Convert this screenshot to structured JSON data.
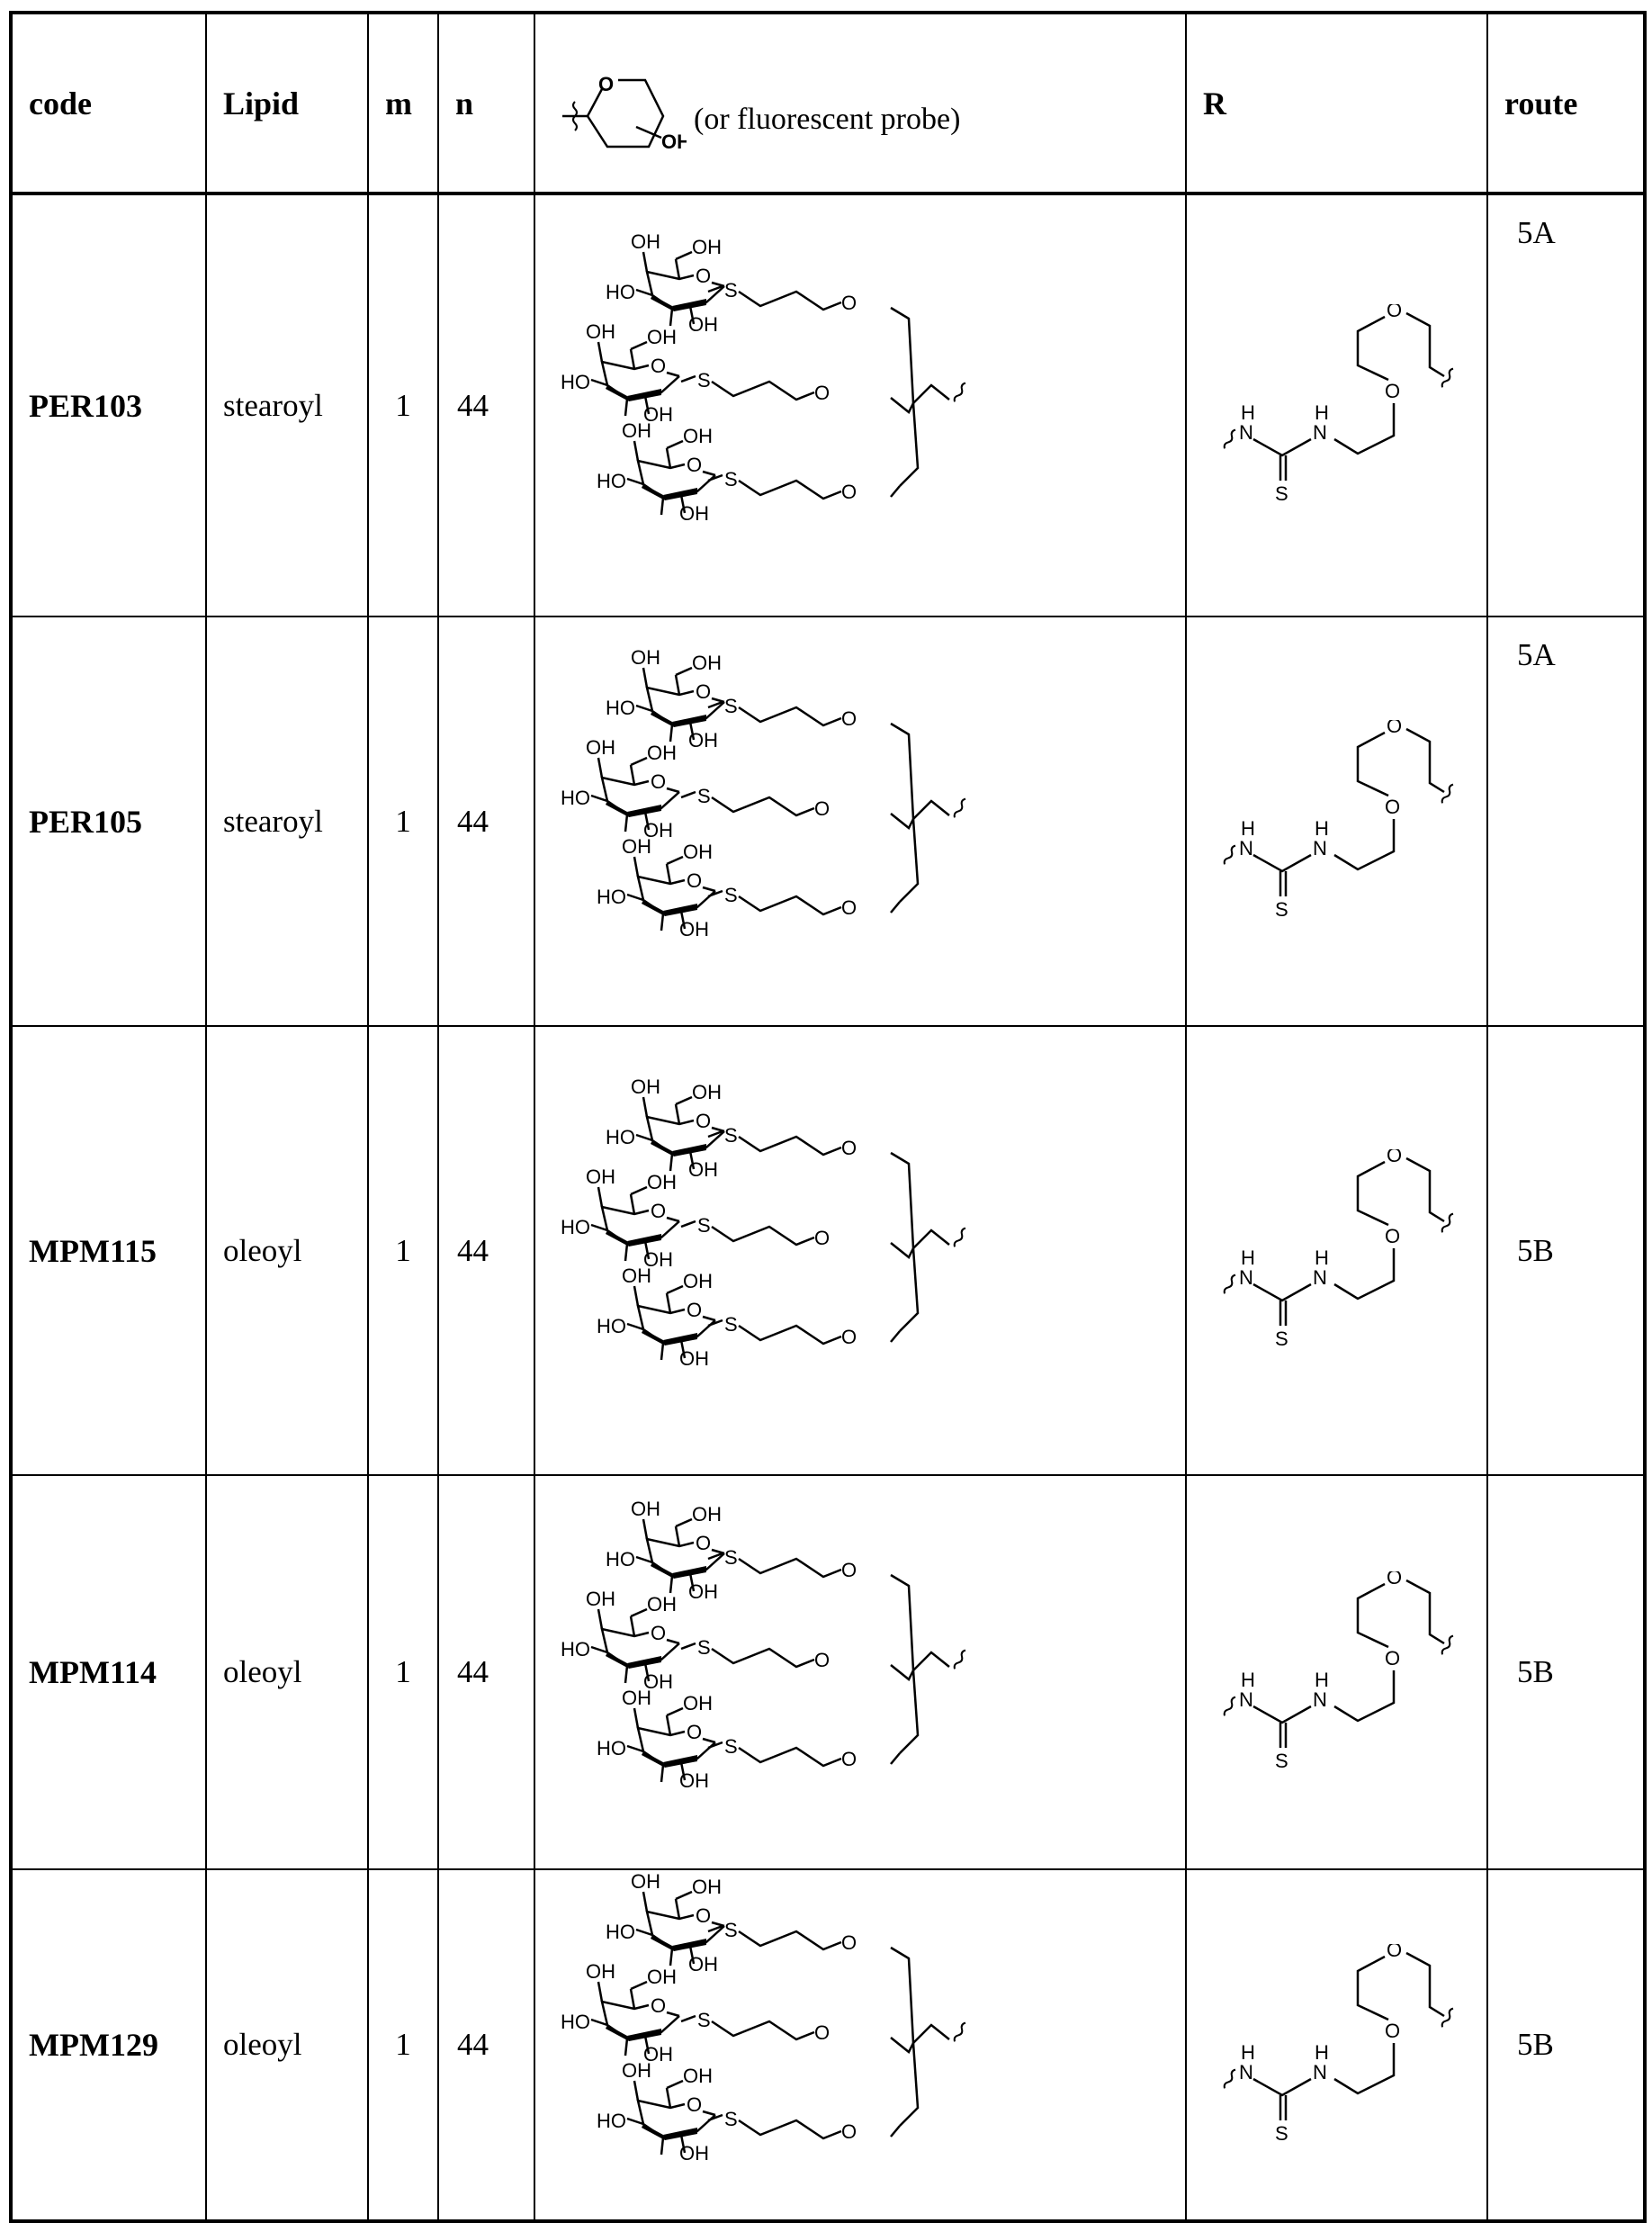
{
  "table": {
    "headers": {
      "code": "code",
      "lipid": "Lipid",
      "m": "m",
      "n": "n",
      "structure_header_icon": "tetrahydropyran-oh-icon",
      "structure_header_oh": "OH",
      "structure_header_ring_o": "O",
      "structure_header_note": "(or fluorescent probe)",
      "r": "R",
      "route": "route"
    },
    "rows": [
      {
        "code": "PER103",
        "lipid": "stearoyl",
        "m": "1",
        "n": "44",
        "route": "5A",
        "structure_icon": "tri-galactose-beta-thioglycoside-cluster-icon",
        "sugar_type": "beta-galactose",
        "r_icon": "thiourea-peg-linker-icon"
      },
      {
        "code": "PER105",
        "lipid": "stearoyl",
        "m": "1",
        "n": "44",
        "route": "5A",
        "structure_icon": "tri-mannose-alpha-thioglycoside-cluster-icon",
        "sugar_type": "alpha-mannose",
        "r_icon": "thiourea-peg-linker-icon"
      },
      {
        "code": "MPM115",
        "lipid": "oleoyl",
        "m": "1",
        "n": "44",
        "route": "5B",
        "structure_icon": "mannose-galactose-mixed-cluster-icon",
        "sugar_type": "1x alpha-mannose, 2x beta-galactose",
        "r_icon": "thiourea-peg-linker-icon"
      },
      {
        "code": "MPM114",
        "lipid": "oleoyl",
        "m": "1",
        "n": "44",
        "route": "5B",
        "structure_icon": "mannose-galactose-mixed-cluster-icon",
        "sugar_type": "2x alpha-mannose, 1x beta-galactose",
        "r_icon": "thiourea-peg-linker-icon"
      },
      {
        "code": "MPM129",
        "lipid": "oleoyl",
        "m": "1",
        "n": "44",
        "route": "5B",
        "structure_icon": "tri-glucose-galactose-cluster-icon",
        "sugar_type": "beta-galactose, 2x beta-glucose",
        "r_icon": "thiourea-peg-linker-icon"
      }
    ],
    "chem_labels": {
      "oh": "OH",
      "ho": "HO",
      "o": "O",
      "s": "S",
      "n": "N",
      "h": "H"
    }
  }
}
